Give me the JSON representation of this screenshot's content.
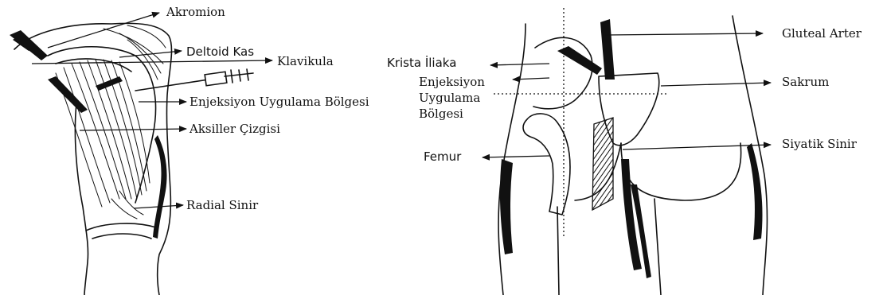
{
  "shoulder_figure": {
    "labels": {
      "akromion": "Akromion",
      "deltoid": "Deltoid Kas",
      "klavikula": "Klavikula",
      "injection_site": "Enjeksiyon Uygulama Bölgesi",
      "axillary_line": "Aksiller Çizgisi",
      "radial_nerve": "Radial Sinir"
    }
  },
  "gluteal_figure": {
    "labels": {
      "gluteal_artery": "Gluteal Arter",
      "iliac_crest": "Krista İliaka",
      "injection_site_line1": "Enjeksiyon",
      "injection_site_line2": "Uygulama",
      "injection_site_line3": "Bölgesi",
      "sacrum": "Sakrum",
      "sciatic_nerve": "Siyatik Sinir",
      "femur": "Femur"
    }
  }
}
